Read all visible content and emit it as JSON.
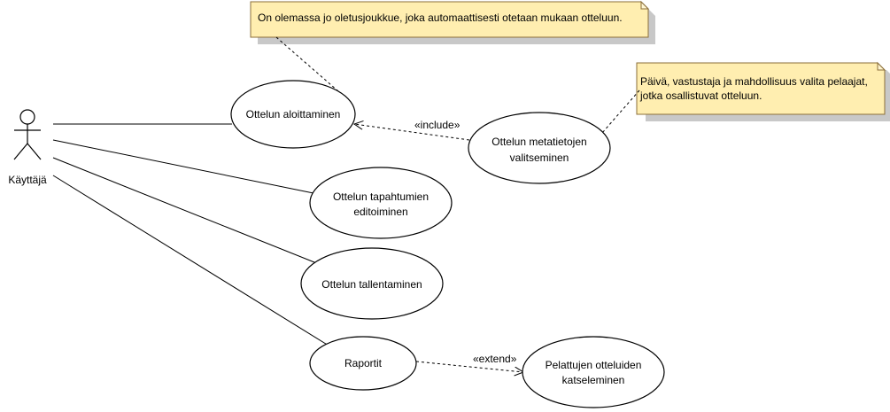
{
  "actor": {
    "name": "Käyttäjä"
  },
  "use_cases": {
    "start_match": [
      "Ottelun aloittaminen"
    ],
    "select_metadata": [
      "Ottelun metatietojen",
      "valitseminen"
    ],
    "edit_events": [
      "Ottelun tapahtumien",
      "editoiminen"
    ],
    "save_match": [
      "Ottelun tallentaminen"
    ],
    "reports": [
      "Raportit"
    ],
    "view_played": [
      "Pelattujen otteluiden",
      "katseleminen"
    ]
  },
  "relations": {
    "include": "«include»",
    "extend": "«extend»"
  },
  "notes": {
    "default_team": [
      "On olemassa jo oletusjoukkue, joka automaattisesti otetaan mukaan otteluun."
    ],
    "metadata": [
      "Päivä, vastustaja ja mahdollisuus valita pelaajat,",
      "jotka osallistuvat otteluun."
    ]
  },
  "colors": {
    "note_fill": "#ffeeb0",
    "note_border": "#8b6f3a",
    "line": "#000000"
  }
}
